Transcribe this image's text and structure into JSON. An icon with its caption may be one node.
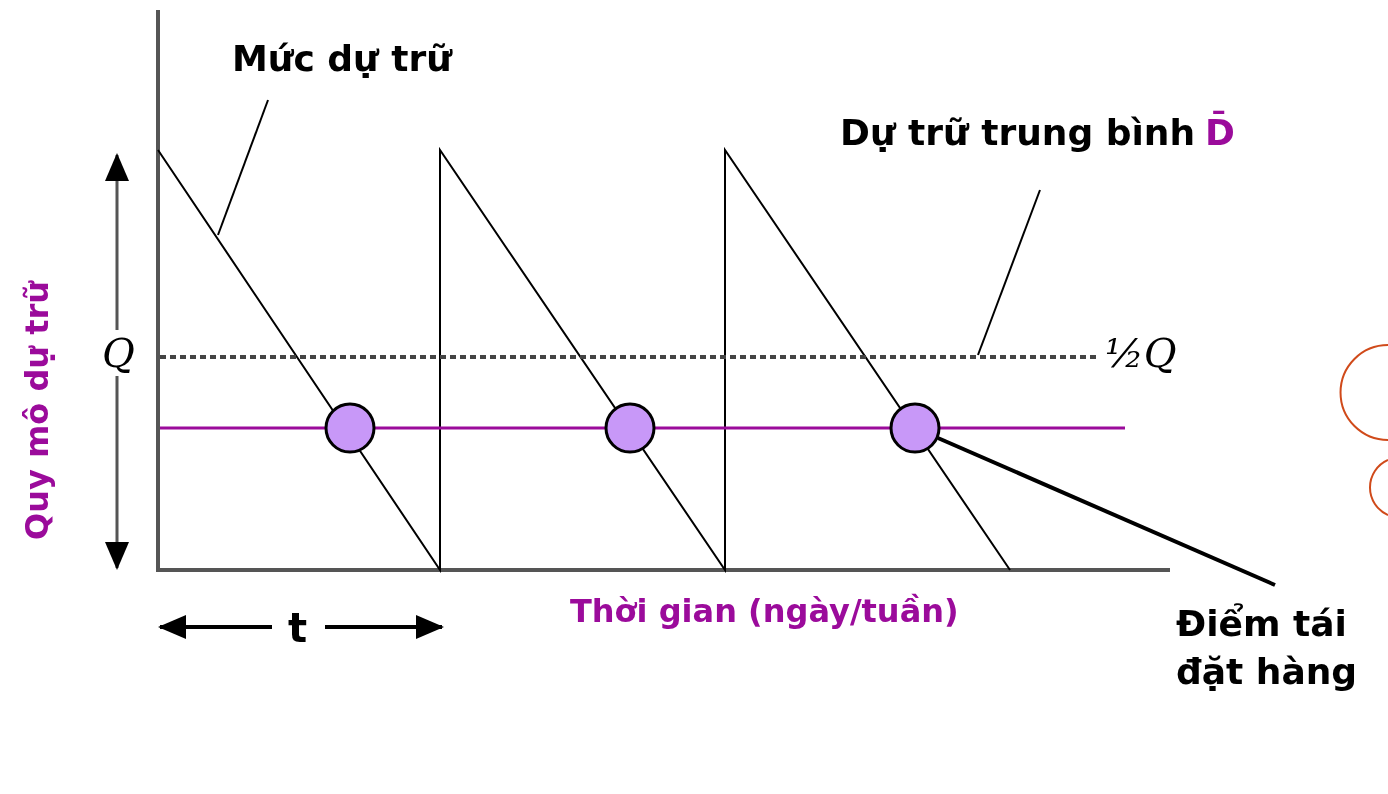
{
  "diagram": {
    "nodes": [
      {
        "text": [
          "Mức dự trữ"
        ]
      },
      {
        "text": [
          "Dự trữ trung bình",
          "D̄"
        ]
      },
      {
        "text": [
          "Điểm tái đặt hàng"
        ]
      },
      {
        "text": [],
        "shape": "circle"
      },
      {
        "text": [],
        "shape": "circle"
      },
      {
        "text": [],
        "shape": "circle"
      }
    ],
    "edges": [
      {
        "from": 0,
        "to": null,
        "arrow": "none"
      },
      {
        "from": 1,
        "to": null,
        "arrow": "none"
      },
      {
        "from": 2,
        "to": 5,
        "arrow": "none"
      }
    ],
    "labels": [
      "Q",
      "½Q",
      "t",
      "Thời gian (ngày/tuần)",
      "Quy mô dự trữ"
    ]
  }
}
